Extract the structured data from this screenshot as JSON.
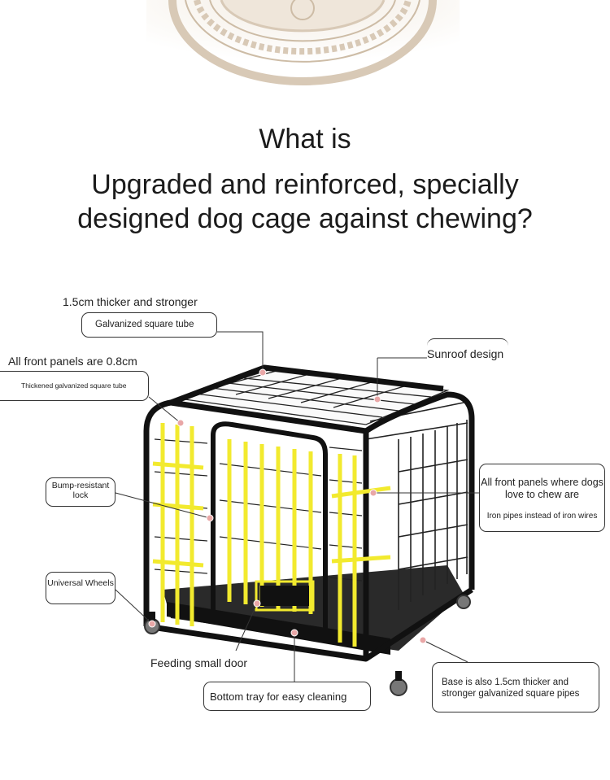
{
  "heading": {
    "line1": "What is",
    "line2": "Upgraded and reinforced, specially",
    "line3": "designed dog cage against chewing?"
  },
  "callouts": {
    "top_tube": {
      "title": "1.5cm thicker and stronger",
      "subtitle": "Galvanized square tube"
    },
    "front_panels": {
      "title": "All front panels are 0.8cm",
      "subtitle": "Thickened galvanized square tube"
    },
    "lock": {
      "text": "Bump-resistant lock"
    },
    "wheels": {
      "text": "Universal Wheels"
    },
    "feeding_door": {
      "text": "Feeding small door"
    },
    "tray": {
      "text": "Bottom tray for easy cleaning"
    },
    "sunroof": {
      "text": "Sunroof design"
    },
    "chew_panels": {
      "title": "All front panels where dogs love to chew are",
      "subtitle": "Iron pipes instead of iron wires"
    },
    "base": {
      "text": "Base is also 1.5cm thicker and stronger galvanized square pipes"
    }
  },
  "colors": {
    "frame": "#1a1a1a",
    "bars": "#f2ea2e",
    "marker": "#e9a7a7",
    "medallion": "#d8c9b6"
  }
}
